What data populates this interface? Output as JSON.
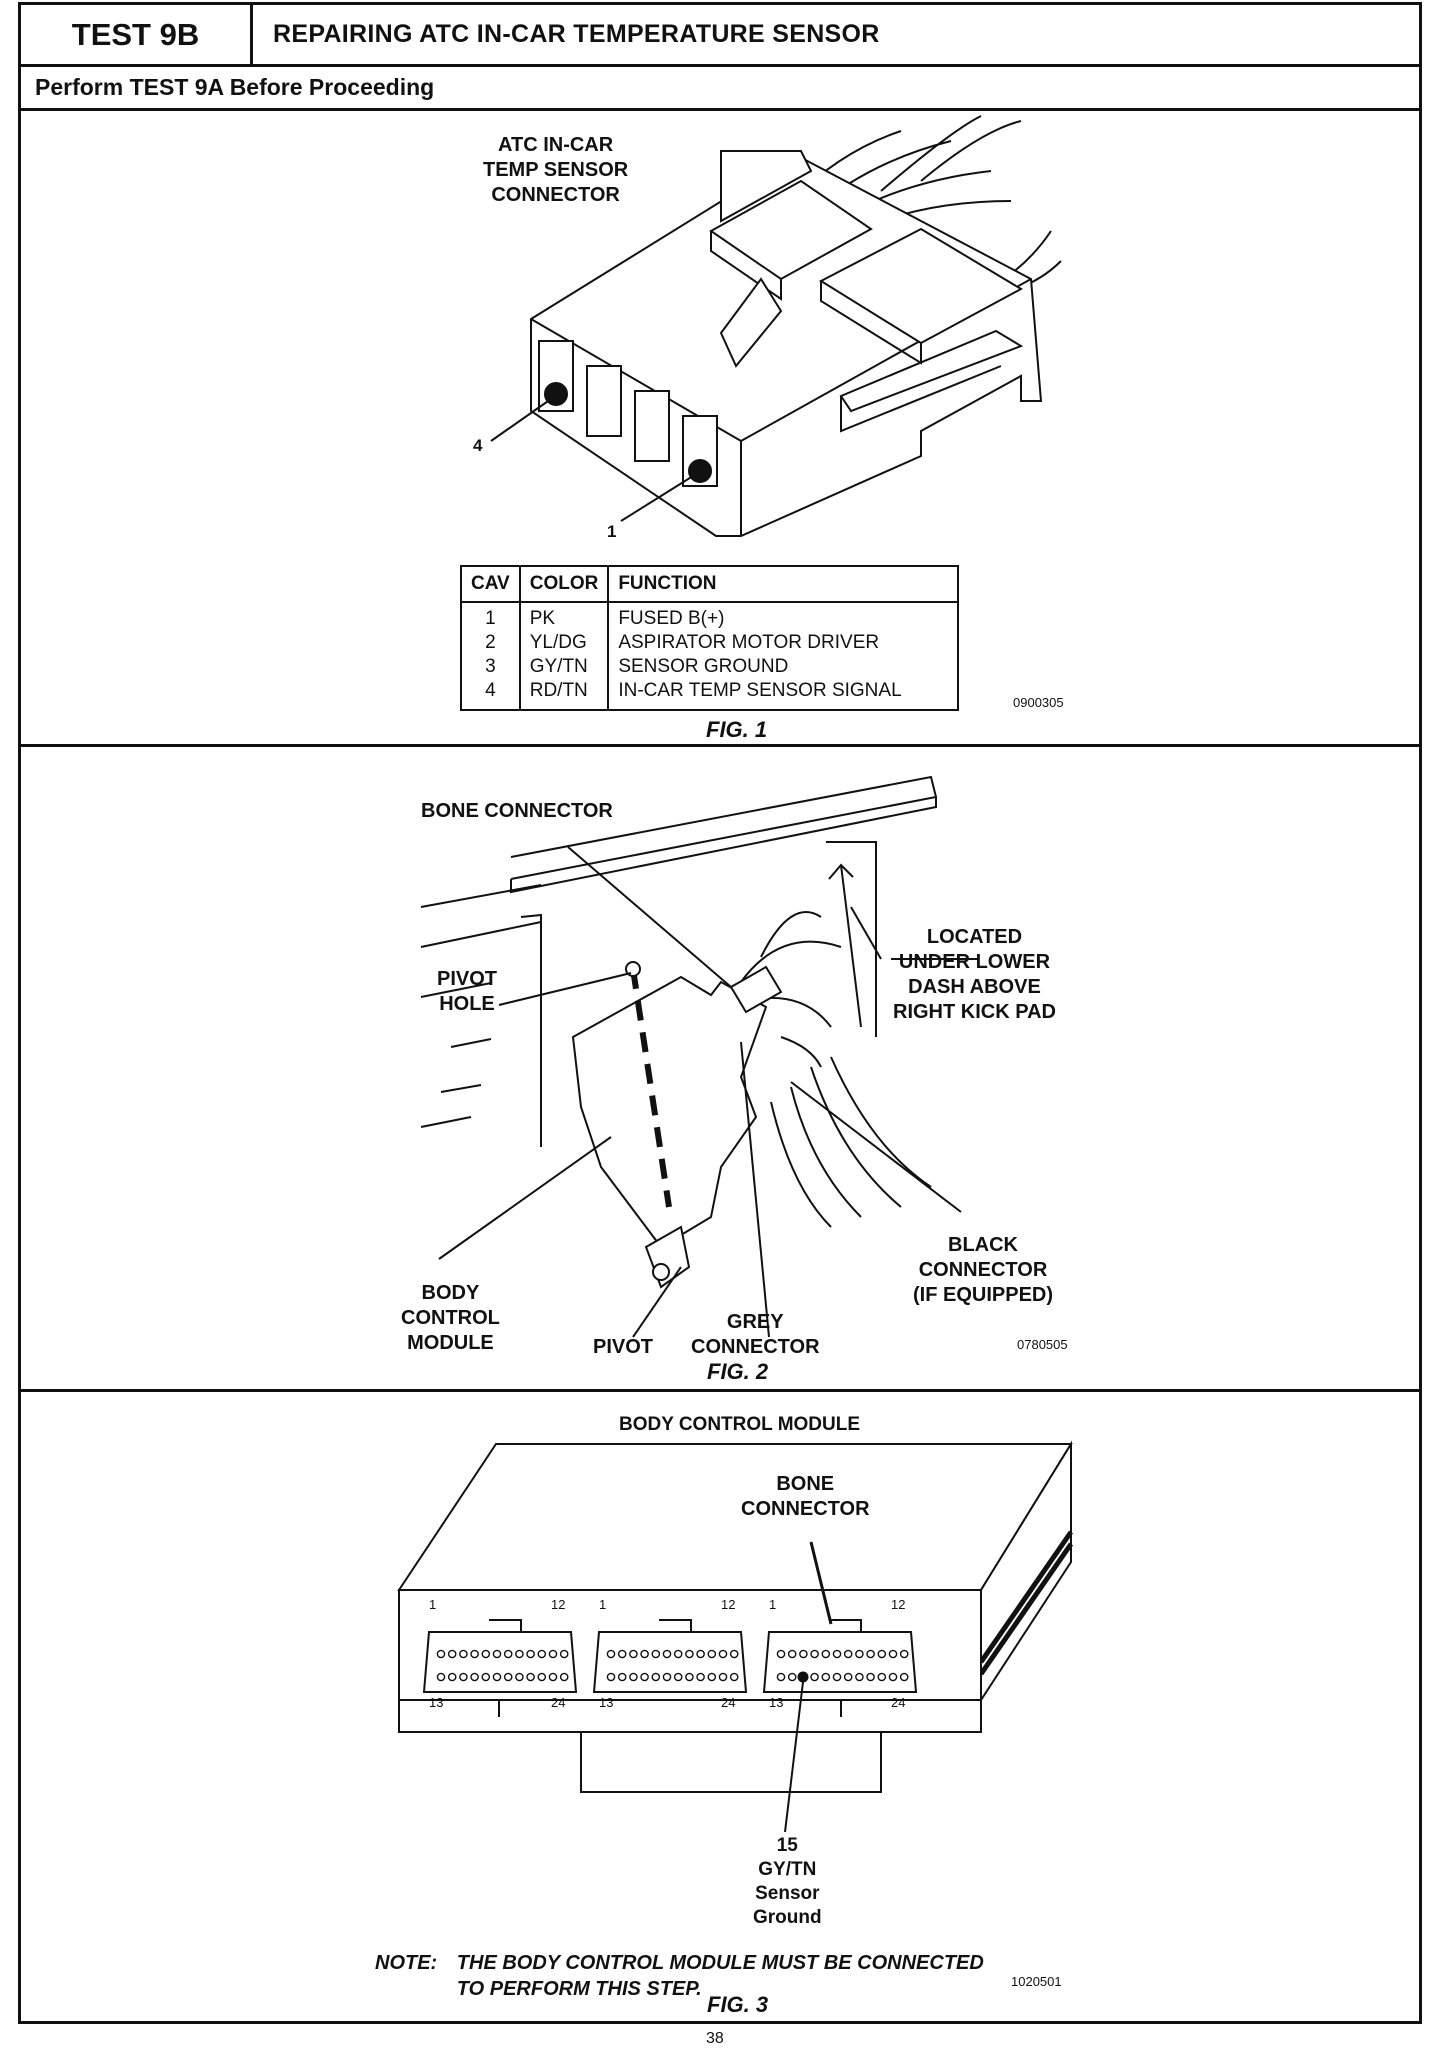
{
  "header": {
    "test_id": "TEST 9B",
    "title": "REPAIRING ATC IN-CAR TEMPERATURE SENSOR",
    "prerequisite": "Perform TEST 9A Before Proceeding"
  },
  "fig1": {
    "connector_label": [
      "ATC IN-CAR",
      "TEMP SENSOR",
      "CONNECTOR"
    ],
    "pin_callout_a": "4",
    "pin_callout_b": "1",
    "table": {
      "headers": [
        "CAV",
        "COLOR",
        "FUNCTION"
      ],
      "rows": [
        [
          "1",
          "PK",
          "FUSED B(+)"
        ],
        [
          "2",
          "YL/DG",
          "ASPIRATOR MOTOR DRIVER"
        ],
        [
          "3",
          "GY/TN",
          "SENSOR GROUND"
        ],
        [
          "4",
          "RD/TN",
          "IN-CAR TEMP SENSOR SIGNAL"
        ]
      ]
    },
    "code": "0900305",
    "caption": "FIG. 1"
  },
  "fig2": {
    "bone_connector": "BONE CONNECTOR",
    "pivot_hole": [
      "PIVOT",
      "HOLE"
    ],
    "located": [
      "LOCATED",
      "UNDER LOWER",
      "DASH ABOVE",
      "RIGHT KICK PAD"
    ],
    "body_control_module": [
      "BODY",
      "CONTROL",
      "MODULE"
    ],
    "pivot": "PIVOT",
    "grey_connector": [
      "GREY",
      "CONNECTOR"
    ],
    "black_connector": [
      "BLACK",
      "CONNECTOR",
      "(IF EQUIPPED)"
    ],
    "code": "0780505",
    "caption": "FIG. 2"
  },
  "fig3": {
    "title": "BODY CONTROL MODULE",
    "bone_connector": [
      "BONE",
      "CONNECTOR"
    ],
    "pin_numbers": {
      "top_left": "1",
      "top_right": "12",
      "bottom_left": "13",
      "bottom_right": "24"
    },
    "pin_callout": [
      "15",
      "GY/TN",
      "Sensor",
      "Ground"
    ],
    "note_label": "NOTE:",
    "note_lines": [
      "THE BODY CONTROL MODULE MUST BE CONNECTED",
      "TO PERFORM THIS STEP."
    ],
    "code": "1020501",
    "caption": "FIG. 3"
  },
  "page_number": "38"
}
